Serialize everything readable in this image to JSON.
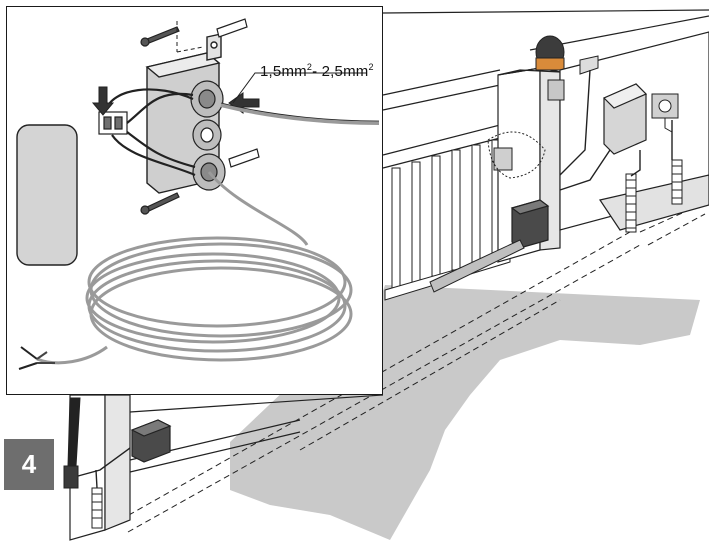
{
  "step": {
    "number": "4"
  },
  "cable_spec": {
    "min_value": "1,5mm",
    "max_value": "2,5mm",
    "exponent": "2",
    "separator": "- "
  }
}
